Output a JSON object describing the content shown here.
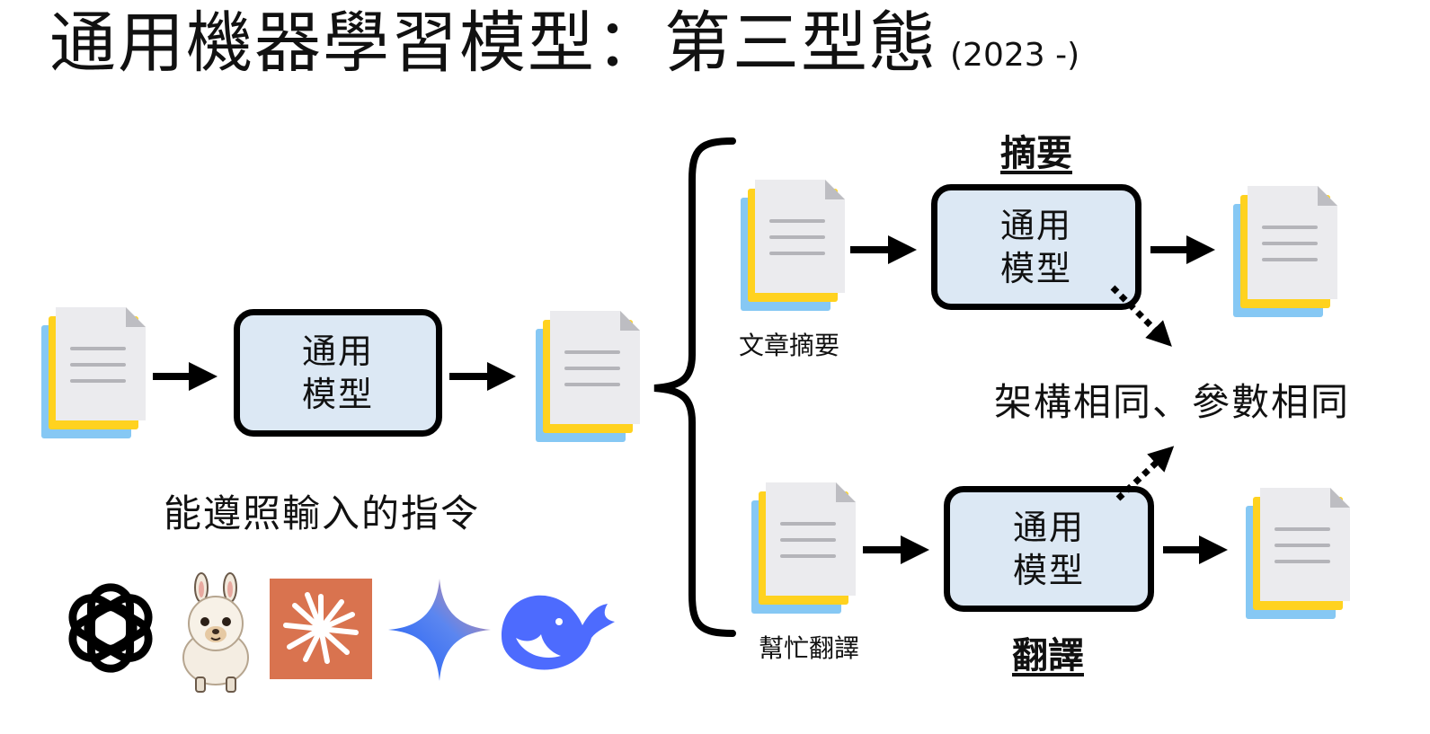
{
  "title": {
    "main": "通用機器學習模型：第三型態",
    "year": "(2023 -)"
  },
  "left": {
    "model_label_line1": "通用",
    "model_label_line2": "模型",
    "caption": "能遵照輸入的指令"
  },
  "top_branch": {
    "task_title": "摘要",
    "input_label": "文章摘要",
    "model_label_line1": "通用",
    "model_label_line2": "模型"
  },
  "bottom_branch": {
    "task_title": "翻譯",
    "input_label": "幫忙翻譯",
    "model_label_line1": "通用",
    "model_label_line2": "模型"
  },
  "note": "架構相同、參數相同",
  "logos": [
    "openai-logo",
    "llama-logo",
    "claude-logo",
    "gemini-logo",
    "deepseek-logo"
  ],
  "colors": {
    "doc_blue": "#86c8f4",
    "doc_yellow": "#ffd21f",
    "doc_page": "#ebebee",
    "model_fill": "#dce8f4",
    "claude_bg": "#d9734f",
    "deepseek_blue": "#4d6bfe"
  }
}
